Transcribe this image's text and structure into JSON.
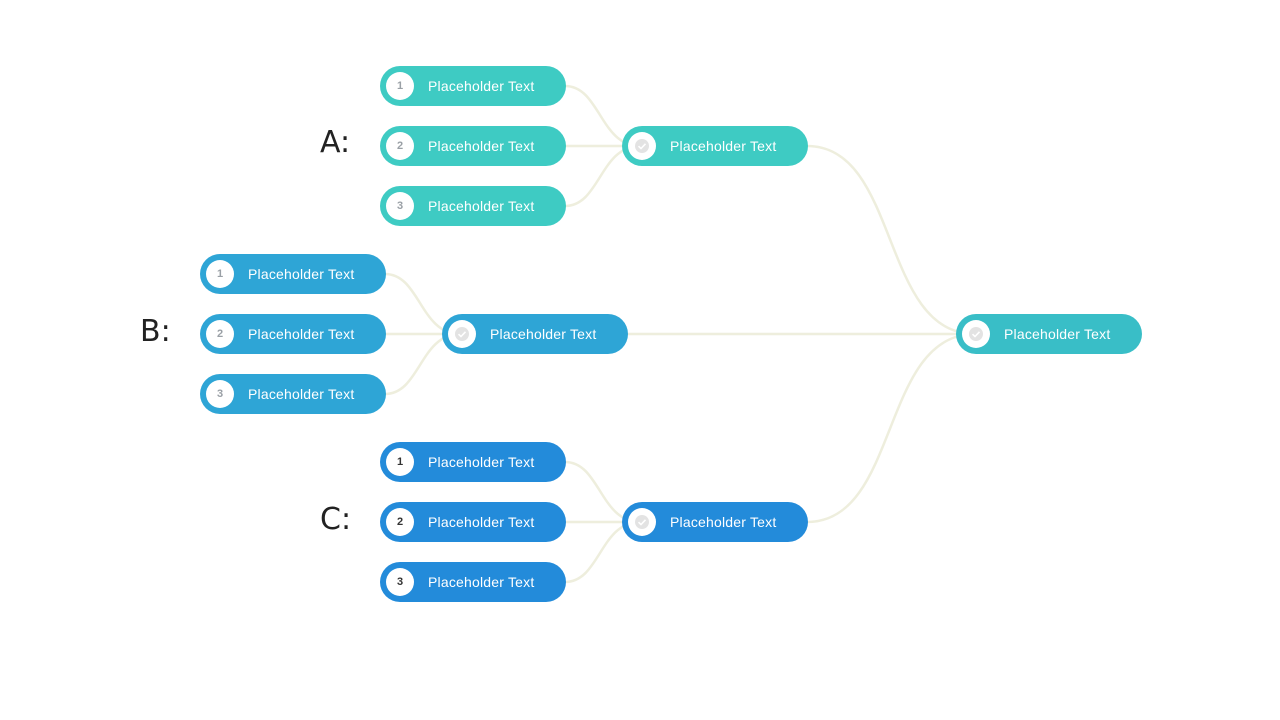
{
  "colors": {
    "a": "#3ECBC3",
    "b": "#2EA5D6",
    "c": "#238BDA",
    "final": "#39BEC7",
    "connector": "#EEEEDD",
    "number_text_a": "#9AA0A6",
    "number_text_b": "#9AA0A6",
    "number_text_c": "#333333",
    "check_icon": "#E3E3E3"
  },
  "groups": {
    "a": {
      "label": "A:",
      "items": [
        {
          "number": "1",
          "text": "Placeholder  Text"
        },
        {
          "number": "2",
          "text": "Placeholder  Text"
        },
        {
          "number": "3",
          "text": "Placeholder  Text"
        }
      ],
      "result": {
        "text": "Placeholder  Text",
        "icon": "check-icon"
      }
    },
    "b": {
      "label": "B:",
      "items": [
        {
          "number": "1",
          "text": "Placeholder  Text"
        },
        {
          "number": "2",
          "text": "Placeholder  Text"
        },
        {
          "number": "3",
          "text": "Placeholder  Text"
        }
      ],
      "result": {
        "text": "Placeholder  Text",
        "icon": "check-icon"
      }
    },
    "c": {
      "label": "C:",
      "items": [
        {
          "number": "1",
          "text": "Placeholder  Text"
        },
        {
          "number": "2",
          "text": "Placeholder  Text"
        },
        {
          "number": "3",
          "text": "Placeholder  Text"
        }
      ],
      "result": {
        "text": "Placeholder  Text",
        "icon": "check-icon"
      }
    }
  },
  "final": {
    "text": "Placeholder  Text",
    "icon": "check-icon"
  }
}
